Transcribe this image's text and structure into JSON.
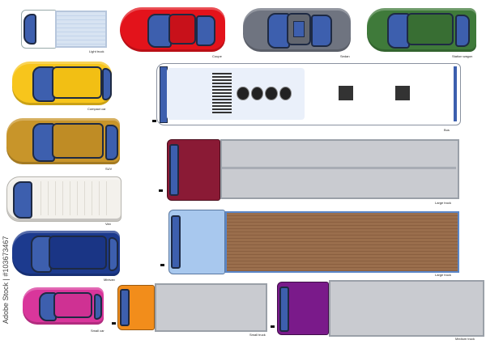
{
  "vehicles": {
    "light_truck": {
      "label": "Light truck",
      "color": "#ffffff"
    },
    "coupe": {
      "label": "Coupe",
      "color": "#e3131b"
    },
    "sedan": {
      "label": "Sedan",
      "color": "#6f7480"
    },
    "station_wagon": {
      "label": "Station wagon",
      "color": "#3f7a3a"
    },
    "compact_car": {
      "label": "Compact car",
      "color": "#f7c51c"
    },
    "bus": {
      "label": "Bus",
      "color": "#ffffff"
    },
    "suv": {
      "label": "SUV",
      "color": "#c8952a"
    },
    "large_truck_1": {
      "label": "Large truck",
      "color": "#8a1a35"
    },
    "van": {
      "label": "Van",
      "color": "#f3f1ec"
    },
    "large_truck_2": {
      "label": "Large truck",
      "color": "#a8c8ee"
    },
    "minivan": {
      "label": "Minivan",
      "color": "#1c3a8e"
    },
    "small_car": {
      "label": "Small car",
      "color": "#d9369b"
    },
    "small_truck": {
      "label": "Small truck",
      "color": "#f28d1b"
    },
    "medium_truck": {
      "label": "Medium truck",
      "color": "#7a1a8a"
    }
  },
  "watermark": {
    "text": "Adobe Stock | #103673467"
  }
}
